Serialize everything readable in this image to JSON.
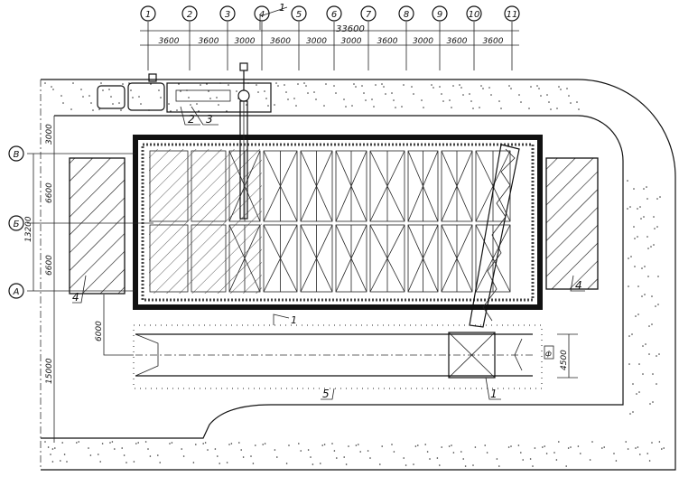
{
  "axes_columns": [
    "1",
    "2",
    "3",
    "4",
    "5",
    "6",
    "7",
    "8",
    "9",
    "10",
    "11"
  ],
  "axes_rows": [
    "В",
    "Б",
    "А"
  ],
  "dimensions": {
    "total_length": "33600",
    "spans": [
      "3600",
      "3600",
      "3000",
      "3600",
      "3000",
      "3000",
      "3600",
      "3000",
      "3600",
      "3600"
    ],
    "left_total": "13200",
    "left_parts": [
      "3000",
      "6600",
      "6600",
      "15000"
    ],
    "storage_offset": "6000",
    "storage_width": "4500"
  },
  "callouts": {
    "section_mark": "1",
    "section_mark_bottom": "1",
    "crane": "1",
    "truck": "2",
    "trailer": "3",
    "pad_left": "4",
    "pad_right": "4",
    "storage": "5",
    "tag": "ф"
  },
  "colors": {
    "ink": "#111111",
    "paper": "#ffffff"
  }
}
